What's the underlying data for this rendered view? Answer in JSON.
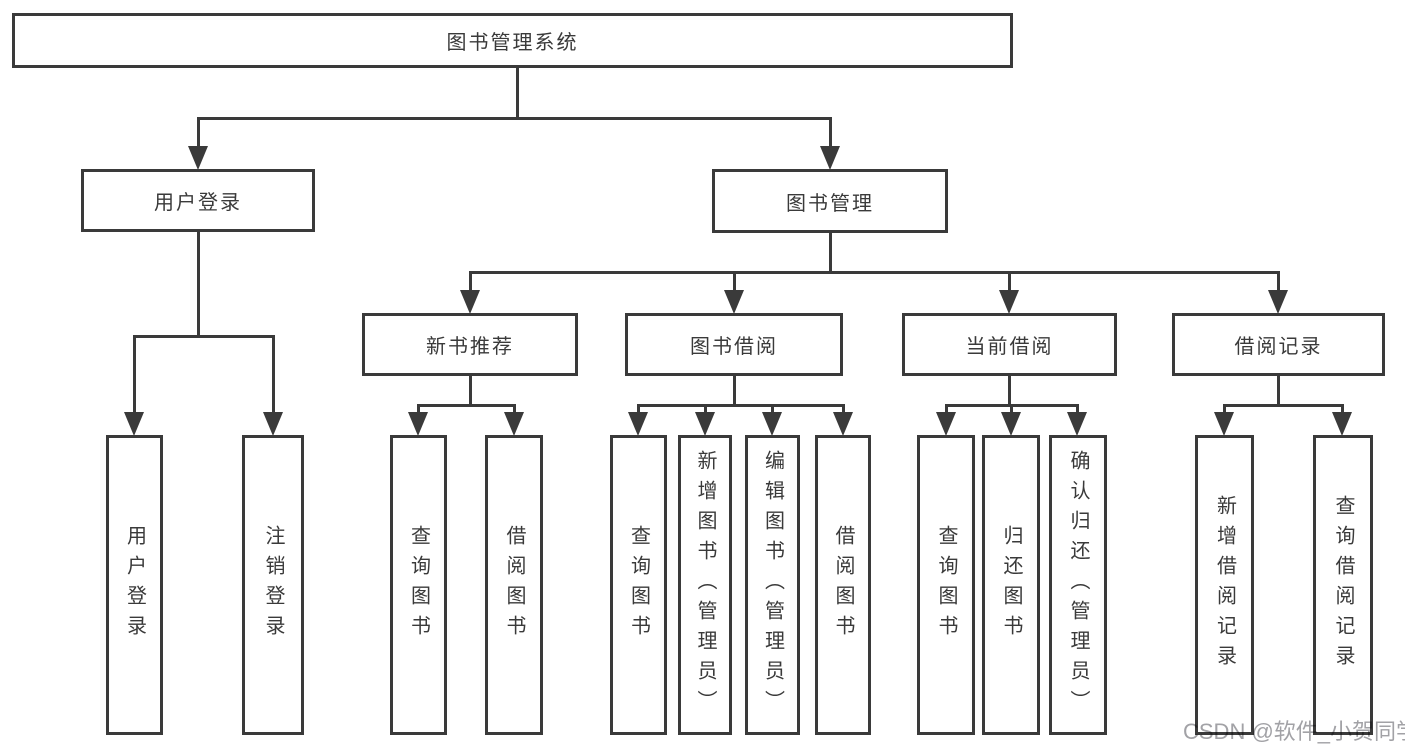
{
  "diagram": {
    "type": "functional-structure-tree",
    "watermark": "CSDN @软件_小贺同学",
    "colors": {
      "background": "#ffffff",
      "line": "#3a3a3a",
      "box_border": "#3a3a3a",
      "text": "#3a3a3a",
      "watermark_text": "#a2a2a6"
    },
    "nodes": {
      "root": {
        "label": "图书管理系统"
      },
      "user_login": {
        "label": "用户登录"
      },
      "book_mgmt": {
        "label": "图书管理"
      },
      "new_book_rec": {
        "label": "新书推荐"
      },
      "book_borrow": {
        "label": "图书借阅"
      },
      "current_borrow": {
        "label": "当前借阅"
      },
      "borrow_records": {
        "label": "借阅记录"
      },
      "leaf_user_login": {
        "label": "用户登录"
      },
      "leaf_logout": {
        "label": "注销登录"
      },
      "leaf_rec_query": {
        "label": "查询图书"
      },
      "leaf_rec_borrow": {
        "label": "借阅图书"
      },
      "leaf_bb_query": {
        "label": "查询图书"
      },
      "leaf_bb_add": {
        "label": "新增图书（管理员）"
      },
      "leaf_bb_edit": {
        "label": "编辑图书（管理员）"
      },
      "leaf_bb_borrow": {
        "label": "借阅图书"
      },
      "leaf_cb_query": {
        "label": "查询图书"
      },
      "leaf_cb_return": {
        "label": "归还图书"
      },
      "leaf_cb_confirm": {
        "label": "确认归还（管理员）"
      },
      "leaf_br_add": {
        "label": "新增借阅记录"
      },
      "leaf_br_query": {
        "label": "查询借阅记录"
      }
    },
    "edges": [
      "root->user_login",
      "root->book_mgmt",
      "user_login->leaf_user_login",
      "user_login->leaf_logout",
      "book_mgmt->new_book_rec",
      "book_mgmt->book_borrow",
      "book_mgmt->current_borrow",
      "book_mgmt->borrow_records",
      "new_book_rec->leaf_rec_query",
      "new_book_rec->leaf_rec_borrow",
      "book_borrow->leaf_bb_query",
      "book_borrow->leaf_bb_add",
      "book_borrow->leaf_bb_edit",
      "book_borrow->leaf_bb_borrow",
      "current_borrow->leaf_cb_query",
      "current_borrow->leaf_cb_return",
      "current_borrow->leaf_cb_confirm",
      "borrow_records->leaf_br_add",
      "borrow_records->leaf_br_query"
    ]
  }
}
